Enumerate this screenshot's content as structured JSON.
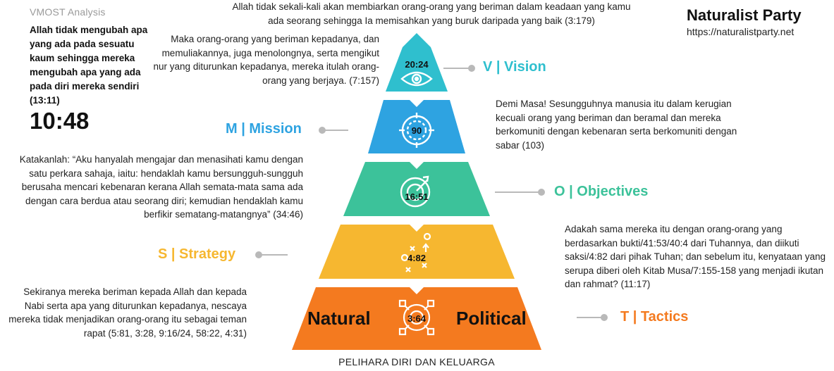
{
  "header": {
    "app_label": "VMOST Analysis",
    "top_quote": "Allah tidak mengubah apa yang ada pada sesuatu kaum sehingga mereka mengubah apa yang ada pada diri mereka sendiri (13:11)",
    "clock": "10:48"
  },
  "brand": {
    "name": "Naturalist Party",
    "url": "https://naturalistparty.net"
  },
  "quotes": {
    "top_center": "Allah tidak sekali-kali akan membiarkan orang-orang yang beriman dalam keadaan yang kamu ada seorang sehingga Ia memisahkan yang buruk daripada yang baik (3:179)",
    "vision": "Maka orang-orang yang beriman kepadanya, dan memuliakannya, juga menolongnya, serta mengikut nur yang diturunkan kepadanya, mereka itulah orang-orang yang berjaya. (7:157)",
    "mission": "Demi Masa! Sesungguhnya manusia itu dalam kerugian kecuali orang yang beriman dan beramal dan mereka berkomuniti dengan kebenaran serta berkomuniti dengan sabar (103)",
    "objectives": "Katakanlah: “Aku hanyalah mengajar dan menasihati kamu dengan satu perkara sahaja, iaitu: hendaklah kamu bersungguh-sungguh berusaha mencari kebenaran kerana Allah semata-mata sama ada dengan cara berdua atau seorang diri; kemudian hendaklah kamu berfikir sematang-matangnya” (34:46)",
    "strategy": "Adakah sama mereka itu dengan orang-orang yang berdasarkan bukti/41:53/40:4 dari Tuhannya, dan diikuti saksi/4:82 dari pihak Tuhan; dan sebelum itu, kenyataan yang serupa diberi oleh Kitab Musa/7:155-158 yang menjadi ikutan dan rahmat? (11:17)",
    "tactics": "Sekiranya mereka beriman kepada Allah dan kepada Nabi serta apa yang diturunkan kepadanya, nescaya mereka tidak menjadikan orang-orang itu sebagai teman rapat (5:81, 3:28, 9:16/24, 58:22, 4:31)"
  },
  "levels": [
    {
      "key": "V",
      "label": "V | Vision",
      "ref": "20:24",
      "icon": "eye-icon",
      "color": "#2fbfce"
    },
    {
      "key": "M",
      "label": "M | Mission",
      "ref": "90",
      "icon": "crosshair-icon",
      "color": "#2ea3e1"
    },
    {
      "key": "O",
      "label": "O | Objectives",
      "ref": "16:51",
      "icon": "target-arrow-icon",
      "color": "#3cc29a"
    },
    {
      "key": "S",
      "label": "S | Strategy",
      "ref": "4:82",
      "icon": "play-diagram-icon",
      "color": "#f6b730"
    },
    {
      "key": "T",
      "label": "T | Tactics",
      "ref": "3:64",
      "icon": "network-icon",
      "color": "#f47a1f"
    }
  ],
  "base_labels": {
    "left": "Natural",
    "right": "Political"
  },
  "footer": "PELIHARA DIRI DAN KELUARGA"
}
